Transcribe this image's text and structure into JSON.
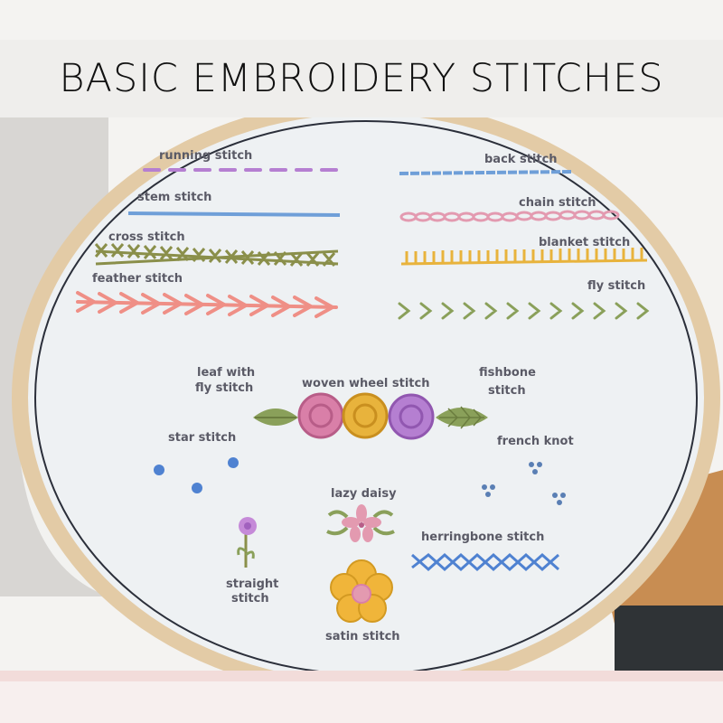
{
  "title": "BASIC EMBROIDERY STITCHES",
  "labels": {
    "running": "running stitch",
    "back": "back stitch",
    "stem": "stem stitch",
    "chain": "chain stitch",
    "cross": "cross stitch",
    "blanket": "blanket stitch",
    "feather": "feather stitch",
    "fly": "fly stitch",
    "leaf_line1": "leaf with",
    "leaf_line2": "fly stitch",
    "woven": "woven wheel stitch",
    "fishbone_line1": "fishbone",
    "fishbone_line2": "stitch",
    "star": "star stitch",
    "french": "french knot",
    "lazy": "lazy daisy",
    "herringbone": "herringbone stitch",
    "straight_line1": "straight",
    "straight_line2": "stitch",
    "satin": "satin stitch"
  },
  "colors": {
    "fabric": "#eef1f3",
    "hoop": "#e3cba6",
    "outline": "#2b2f3a",
    "text": "#5a5a66",
    "pink": "#e39ab0",
    "purple": "#b57fd1",
    "blue": "#6f9fd8",
    "yellow": "#e8b33c",
    "olive": "#8a8f4a",
    "coral": "#ef8f86",
    "green": "#8aa05a"
  }
}
